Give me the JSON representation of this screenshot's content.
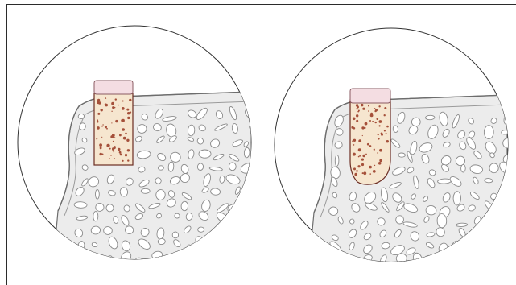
{
  "figure": {
    "panels": [
      {
        "id": "left",
        "implant_apex": "flat"
      },
      {
        "id": "right",
        "implant_apex": "tapered"
      }
    ],
    "colors": {
      "background": "#ffffff",
      "frame_line": "#2b2b2b",
      "circle_outline": "#333333",
      "bone_fill": "#ececec",
      "bone_shadow": "#c9c9c9",
      "marrow_space": "#ffffff",
      "graft_body": "#f6e6cf",
      "graft_speckle": "#a5503a",
      "graft_outline": "#6b2c22",
      "graft_cap": "#f4dde2",
      "graft_cap_outline": "#8a5a62",
      "cortical_line": "#6d6d6d"
    }
  }
}
